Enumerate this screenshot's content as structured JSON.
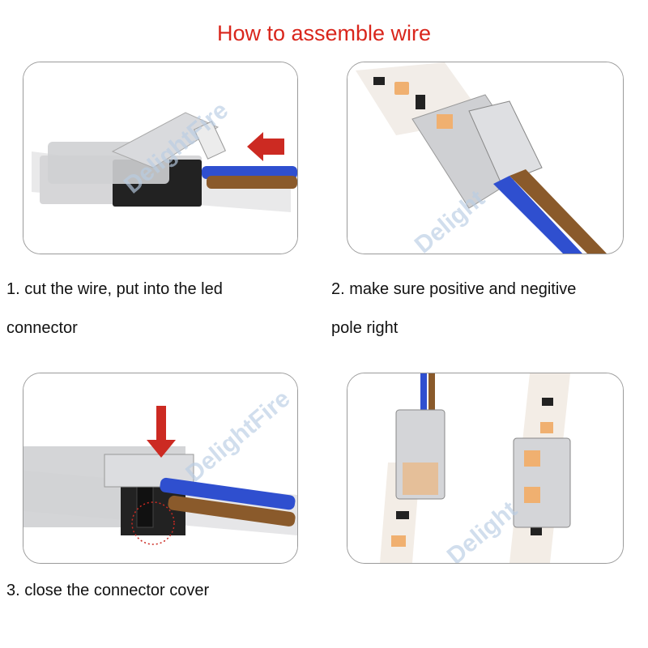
{
  "title": "How to assemble wire",
  "steps": [
    {
      "line1": "1. cut the wire, put into the led",
      "line2": "connector"
    },
    {
      "line1": "2. make sure positive and negitive",
      "line2": "pole right"
    },
    {
      "line1": "3. close the connector cover",
      "line2": ""
    }
  ],
  "watermarks": [
    "DelightFire",
    "Delight",
    "DelightFire",
    "Delight"
  ],
  "colors": {
    "title": "#d9261c",
    "arrow": "#cc2a22",
    "wire_blue": "#2f4fcf",
    "wire_brown": "#8a5a2b"
  }
}
